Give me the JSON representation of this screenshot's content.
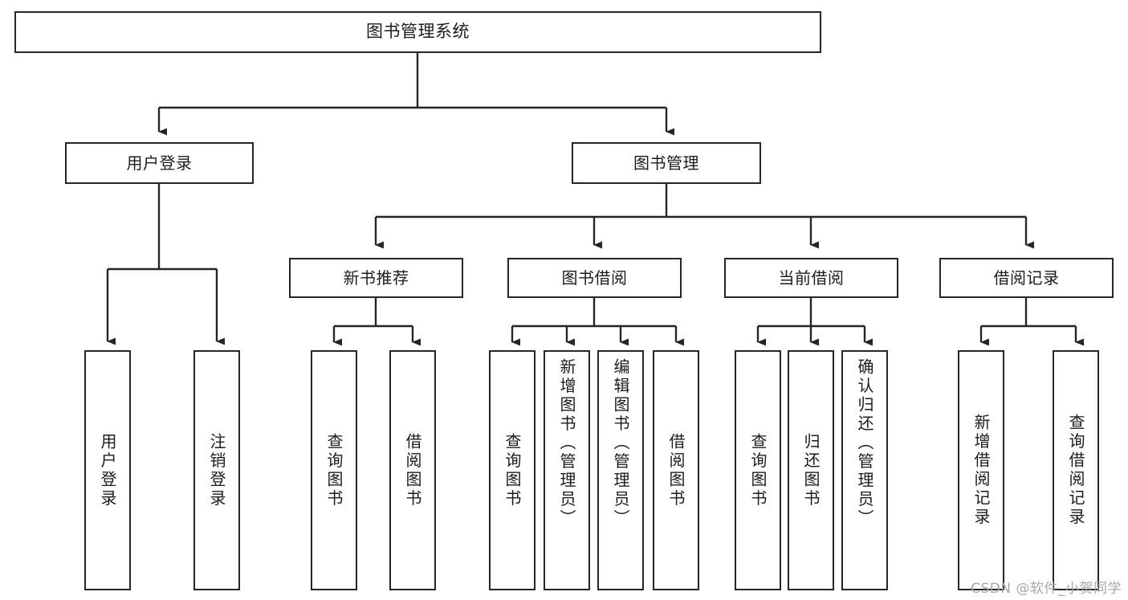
{
  "diagram": {
    "title": "图书管理系统",
    "type": "tree-hierarchy",
    "colors": {
      "border": "#262626",
      "background": "#ffffff",
      "text": "#1c1c1c",
      "watermark": "#a8a8a8"
    },
    "root": {
      "label": "图书管理系统"
    },
    "level1": [
      {
        "label": "用户登录"
      },
      {
        "label": "图书管理"
      }
    ],
    "level2": [
      {
        "label": "新书推荐"
      },
      {
        "label": "图书借阅"
      },
      {
        "label": "当前借阅"
      },
      {
        "label": "借阅记录"
      }
    ],
    "leaves": {
      "user_login": [
        {
          "label": "用户登录"
        },
        {
          "label": "注销登录"
        }
      ],
      "new_book_recommend": [
        {
          "label": "查询图书"
        },
        {
          "label": "借阅图书"
        }
      ],
      "book_borrow": [
        {
          "label": "查询图书"
        },
        {
          "label": "新增图书（管理员）"
        },
        {
          "label": "编辑图书（管理员）"
        },
        {
          "label": "借阅图书"
        }
      ],
      "current_borrow": [
        {
          "label": "查询图书"
        },
        {
          "label": "归还图书"
        },
        {
          "label": "确认归还（管理员）"
        }
      ],
      "borrow_record": [
        {
          "label": "新增借阅记录"
        },
        {
          "label": "查询借阅记录"
        }
      ]
    }
  },
  "watermark": {
    "text": "CSDN @软件_小贺同学"
  }
}
